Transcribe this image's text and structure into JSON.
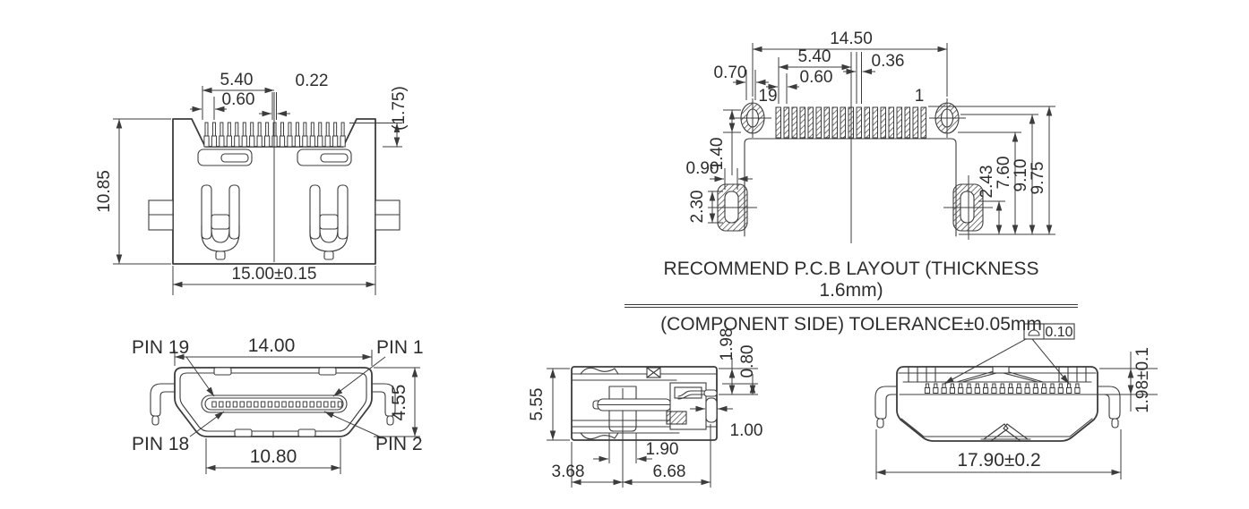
{
  "colors": {
    "line": "#3c3c3c",
    "text": "#2e2e2e",
    "background": "#ffffff"
  },
  "connector": {
    "pin_count": 19
  },
  "view_top_left": {
    "dim_5_40": "5.40",
    "dim_0_60": "0.60",
    "dim_0_22": "0.22",
    "dim_1_75": "(1.75)",
    "dim_10_85": "10.85",
    "dim_15_00": "15.00±0.15"
  },
  "view_pcb": {
    "dim_14_50": "14.50",
    "dim_0_70": "0.70",
    "dim_5_40": "5.40",
    "dim_0_60": "0.60",
    "dim_0_36": "0.36",
    "pin_19": "19",
    "pin_1": "1",
    "dim_1_40": "1.40",
    "dim_0_90": "0.90",
    "dim_2_30": "2.30",
    "dim_2_43": "2.43",
    "dim_7_60": "7.60",
    "dim_9_10": "9.10",
    "dim_9_75": "9.75"
  },
  "caption": {
    "line1": "RECOMMEND P.C.B LAYOUT (THICKNESS 1.6mm)",
    "line2": "(COMPONENT SIDE) TOLERANCE±0.05mm"
  },
  "view_front": {
    "pin19": "PIN 19",
    "pin1": "PIN 1",
    "pin18": "PIN 18",
    "pin2": "PIN 2",
    "dim_14_00": "14.00",
    "dim_4_55": "4.55",
    "dim_10_80": "10.80"
  },
  "view_side": {
    "dim_5_55": "5.55",
    "dim_1_98": "1.98",
    "dim_0_80": "0.80",
    "dim_1_00": "1.00",
    "dim_1_90": "1.90",
    "dim_3_68": "3.68",
    "dim_6_68": "6.68"
  },
  "view_rear": {
    "flatness": "0.10",
    "dim_1_98": "1.98±0.1",
    "dim_17_90": "17.90±0.2"
  }
}
